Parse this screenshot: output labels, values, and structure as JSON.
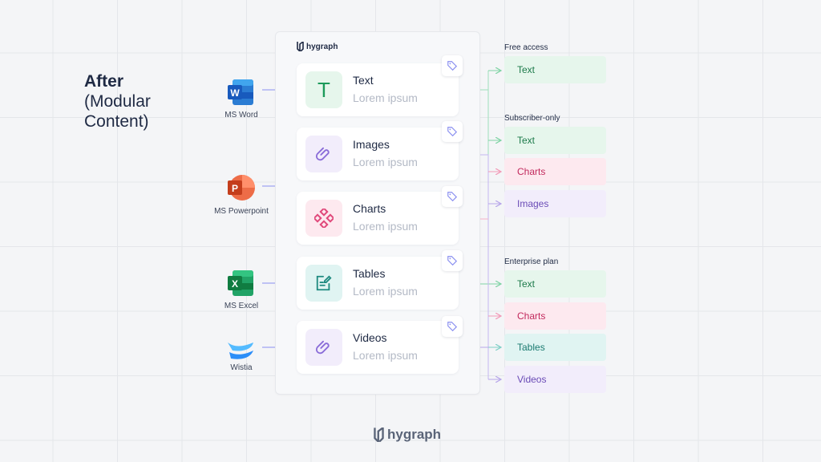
{
  "heading": {
    "bold": "After",
    "line2": "(Modular",
    "line3": "Content)"
  },
  "sources": [
    {
      "label": "MS Word",
      "letter": "W"
    },
    {
      "label": "MS Powerpoint",
      "letter": "P"
    },
    {
      "label": "MS Excel",
      "letter": "X"
    },
    {
      "label": "Wistia"
    }
  ],
  "panel": {
    "brand": "hygraph"
  },
  "cards": [
    {
      "title": "Text",
      "subtitle": "Lorem ipsum",
      "glyph": "T"
    },
    {
      "title": "Images",
      "subtitle": "Lorem ipsum"
    },
    {
      "title": "Charts",
      "subtitle": "Lorem ipsum"
    },
    {
      "title": "Tables",
      "subtitle": "Lorem ipsum"
    },
    {
      "title": "Videos",
      "subtitle": "Lorem ipsum"
    }
  ],
  "groups": [
    {
      "label": "Free access",
      "items": [
        "Text"
      ]
    },
    {
      "label": "Subscriber-only",
      "items": [
        "Text",
        "Charts",
        "Images"
      ]
    },
    {
      "label": "Enterprise plan",
      "items": [
        "Text",
        "Charts",
        "Tables",
        "Videos"
      ]
    }
  ],
  "footer": {
    "brand": "hygraph"
  },
  "colors": {
    "green": "#1c9a5a",
    "pink": "#e0487a",
    "lavender": "#8a6cd8",
    "teal": "#1f8a80",
    "blue_arrow": "#8a8ff0"
  }
}
